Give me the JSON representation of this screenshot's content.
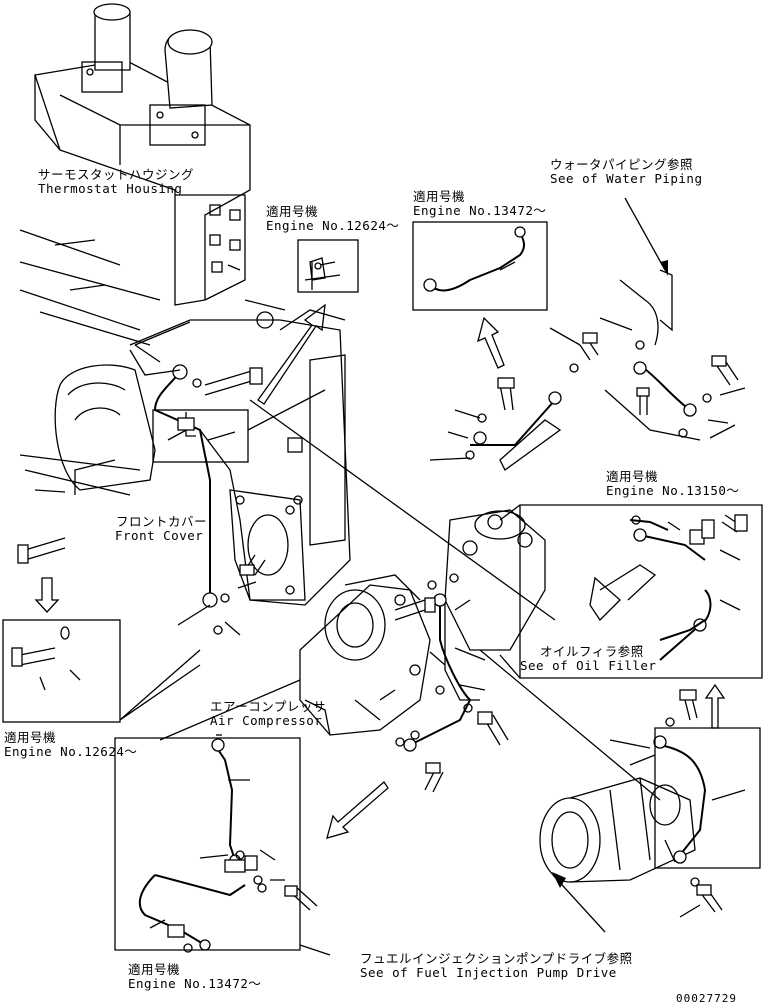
{
  "labels": {
    "thermostat_jp": "サーモスタットハウジング",
    "thermostat_en": "Thermostat Housing",
    "eng_12624_top_jp": "適用号機",
    "eng_12624_top_en": "Engine No.12624～",
    "eng_13472_top_jp": "適用号機",
    "eng_13472_top_en": "Engine No.13472～",
    "water_jp": "ウォータパイピング参照",
    "water_en": "See of Water Piping",
    "front_cover_jp": "フロントカバー",
    "front_cover_en": "Front Cover",
    "eng_13150_jp": "適用号機",
    "eng_13150_en": "Engine No.13150～",
    "oil_filler_jp": "オイルフィラ参照",
    "oil_filler_en": "See of Oil Filler",
    "air_comp_jp": "エアーコンプレッサ",
    "air_comp_en": "Air Compressor",
    "eng_12624_left_jp": "適用号機",
    "eng_12624_left_en": "Engine No.12624～",
    "eng_13472_bottom_jp": "適用号機",
    "eng_13472_bottom_en": "Engine No.13472～",
    "fuel_pump_jp": "フュエルインジェクションポンプドライブ参照",
    "fuel_pump_en": "See of Fuel Injection Pump Drive"
  },
  "document_number": "00027729"
}
